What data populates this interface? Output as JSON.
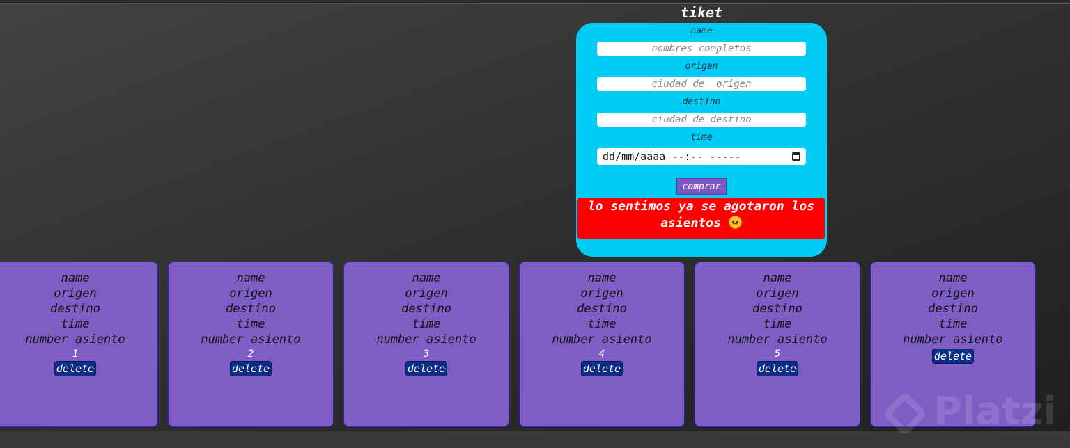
{
  "form": {
    "title": "tiket",
    "fields": {
      "name": {
        "label": "name",
        "placeholder": "nombres completos"
      },
      "origen": {
        "label": "origen",
        "placeholder": "ciudad de  origen"
      },
      "destino": {
        "label": "destino",
        "placeholder": "ciudad de destino"
      },
      "time": {
        "label": "time",
        "placeholder": "dd/mm/aaaa --:-- -----",
        "icon": "calendar-icon"
      }
    },
    "submit_label": "comprar",
    "alert": {
      "message": "lo sentimos ya se agotaron los asientos",
      "emoji": "pleading-face",
      "color": "#ff0000"
    }
  },
  "cards": [
    {
      "name": "name",
      "origen": "origen",
      "destino": "destino",
      "time": "time",
      "seat_label": "number asiento",
      "seat": "1",
      "delete_label": "delete"
    },
    {
      "name": "name",
      "origen": "origen",
      "destino": "destino",
      "time": "time",
      "seat_label": "number asiento",
      "seat": "2",
      "delete_label": "delete"
    },
    {
      "name": "name",
      "origen": "origen",
      "destino": "destino",
      "time": "time",
      "seat_label": "number asiento",
      "seat": "3",
      "delete_label": "delete"
    },
    {
      "name": "name",
      "origen": "origen",
      "destino": "destino",
      "time": "time",
      "seat_label": "number asiento",
      "seat": "4",
      "delete_label": "delete"
    },
    {
      "name": "name",
      "origen": "origen",
      "destino": "destino",
      "time": "time",
      "seat_label": "number asiento",
      "seat": "5",
      "delete_label": "delete"
    },
    {
      "name": "name",
      "origen": "origen",
      "destino": "destino",
      "time": "time",
      "seat_label": "number asiento",
      "seat": "",
      "delete_label": "delete"
    }
  ],
  "colors": {
    "form_bg": "#00cdf6",
    "card_bg": "#7e5ec4",
    "button_bg": "#7e57c2",
    "delete_bg": "#0d2d8a"
  },
  "watermark": "Platzi"
}
